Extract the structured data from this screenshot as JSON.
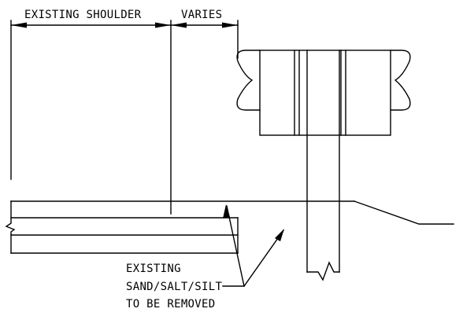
{
  "dimensions": {
    "existing_shoulder_label": "EXISTING SHOULDER",
    "varies_label": "VARIES"
  },
  "callout": {
    "line1": "EXISTING",
    "line2": "SAND/SALT/SILT",
    "line3": "TO BE REMOVED"
  },
  "colors": {
    "line": "#000000",
    "background": "#ffffff"
  }
}
